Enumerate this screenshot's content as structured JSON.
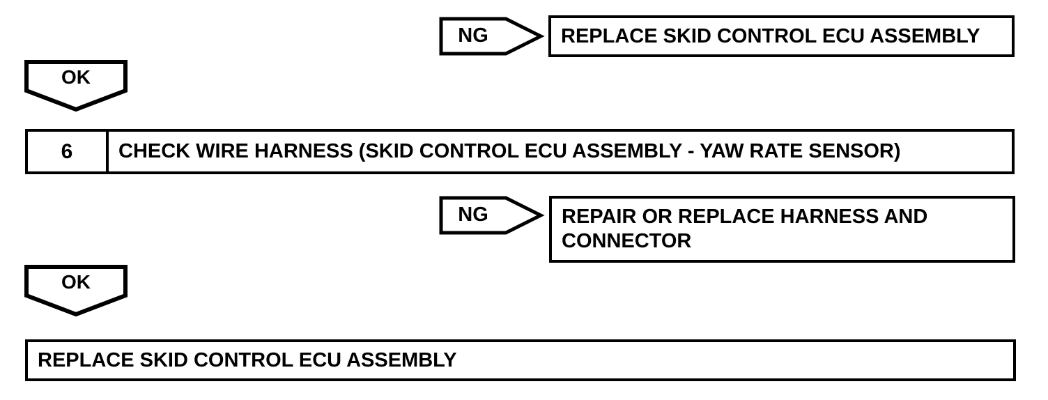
{
  "colors": {
    "background": "#ffffff",
    "line": "#000000",
    "text": "#000000"
  },
  "flowchart": {
    "ng1": {
      "label": "NG"
    },
    "result1": {
      "label": "REPLACE SKID CONTROL ECU ASSEMBLY"
    },
    "ok1": {
      "label": "OK"
    },
    "step6": {
      "number": "6",
      "title": "CHECK WIRE HARNESS (SKID CONTROL ECU ASSEMBLY - YAW RATE SENSOR)"
    },
    "ng2": {
      "label": "NG"
    },
    "result2": {
      "lines": [
        "REPAIR OR REPLACE HARNESS AND",
        "CONNECTOR"
      ]
    },
    "ok2": {
      "label": "OK"
    },
    "result3": {
      "label": "REPLACE SKID CONTROL ECU ASSEMBLY"
    }
  }
}
